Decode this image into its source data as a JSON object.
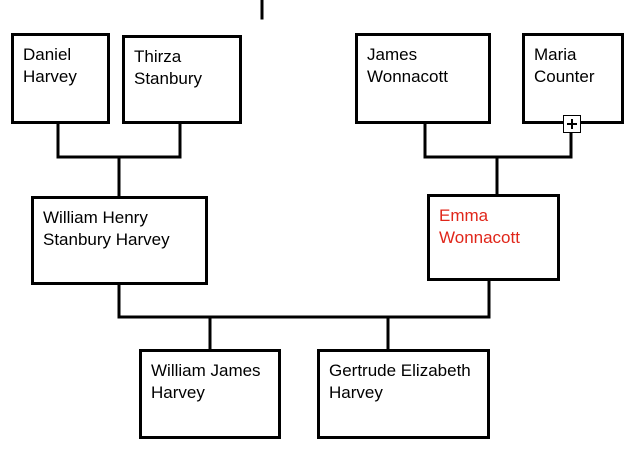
{
  "tree": {
    "people": {
      "daniel": {
        "line1": "Daniel",
        "line2": "Harvey"
      },
      "thirza": {
        "line1": "Thirza",
        "line2": "Stanbury"
      },
      "james": {
        "line1": "James",
        "line2": "Wonnacott"
      },
      "maria": {
        "line1": "Maria",
        "line2": "Counter"
      },
      "william_henry": {
        "line1": "William Henry",
        "line2": "Stanbury Harvey"
      },
      "emma": {
        "line1": "Emma",
        "line2": "Wonnacott",
        "highlighted": true
      },
      "william_james": {
        "line1": "William James",
        "line2": "Harvey"
      },
      "gertrude": {
        "line1": "Gertrude Elizabeth",
        "line2": "Harvey"
      }
    },
    "highlight_color": "#e0261a",
    "line_color": "#000000"
  }
}
